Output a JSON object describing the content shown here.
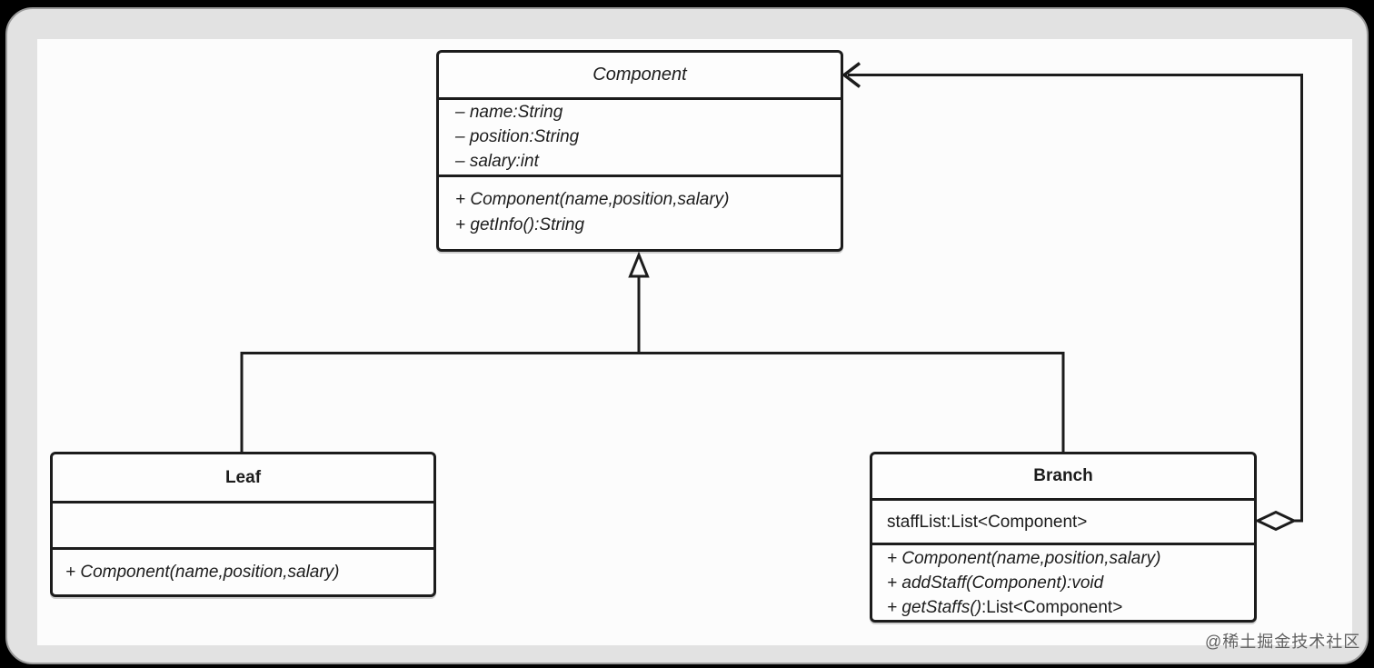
{
  "page": {
    "watermark": "@稀土掘金技术社区"
  },
  "colors": {
    "page_background": "#000000",
    "frame": "#e2e2e2",
    "canvas": "#fcfcfc",
    "line": "#1c1c1c",
    "watermark": "#606060"
  },
  "diagram": {
    "type": "uml-class-diagram",
    "pattern": "Composite",
    "classes": {
      "component": {
        "name": "Component",
        "abstract": true,
        "attributes": [
          {
            "text": "– name:String"
          },
          {
            "text": "– position:String"
          },
          {
            "text": "– salary:int"
          }
        ],
        "methods": [
          {
            "italic": "+ Component(name,position,salary)",
            "regular": ""
          },
          {
            "italic": "+ getInfo():String",
            "regular": ""
          }
        ]
      },
      "leaf": {
        "name": "Leaf",
        "abstract": false,
        "attributes": [],
        "methods": [
          {
            "italic": "+ Component(name,position,salary)",
            "regular": ""
          }
        ]
      },
      "branch": {
        "name": "Branch",
        "abstract": false,
        "attributes": [
          {
            "text": "staffList:List<Component>"
          }
        ],
        "methods": [
          {
            "italic": "+ Component(name,position,salary)",
            "regular": ""
          },
          {
            "italic": "+ addStaff(Component):void",
            "regular": ""
          },
          {
            "italic": "+ getStaffs()",
            "regular": ":List<Component>"
          }
        ]
      }
    },
    "relationships": [
      {
        "type": "generalization",
        "from": "Leaf",
        "to": "Component",
        "marker": "hollow-triangle"
      },
      {
        "type": "generalization",
        "from": "Branch",
        "to": "Component",
        "marker": "hollow-triangle"
      },
      {
        "type": "aggregation",
        "from": "Branch",
        "to": "Component",
        "marker": "hollow-diamond-and-open-arrow"
      }
    ]
  }
}
